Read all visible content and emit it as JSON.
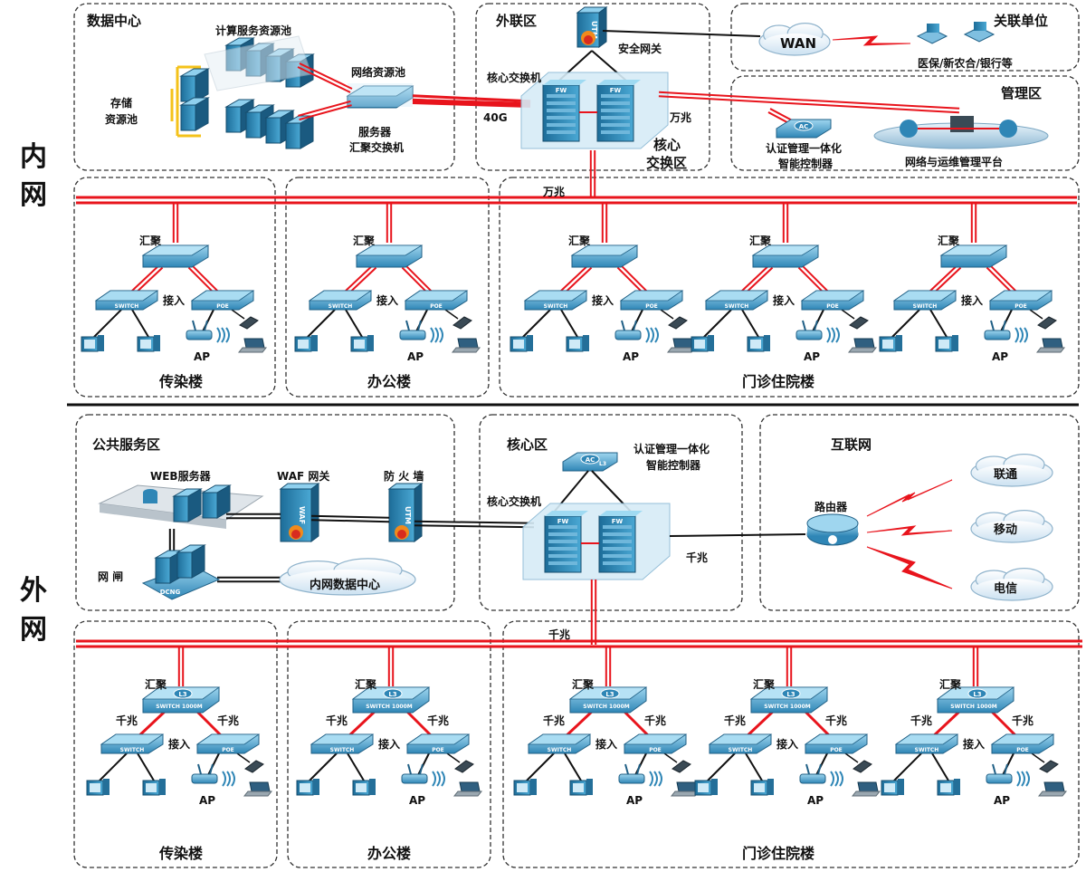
{
  "inner_net": {
    "label_1": "内",
    "label_2": "网",
    "datacenter": {
      "title": "数据中心",
      "compute_pool": "计算服务资源池",
      "network_pool": "网络资源池",
      "storage_1": "存储",
      "storage_2": "资源池",
      "server_agg_1": "服务器",
      "server_agg_2": "汇聚交换机"
    },
    "external_zone": {
      "title": "外联区",
      "security_gateway": "安全网关",
      "core_switch": "核心交换机",
      "link_40g": "40G",
      "link_10g": "万兆",
      "core_zone_1": "核心",
      "core_zone_2": "交换区"
    },
    "partner": {
      "title": "关联单位",
      "wan": "WAN",
      "desc": "医保/新农合/银行等"
    },
    "mgmt": {
      "title": "管理区",
      "ac_1": "认证管理一体化",
      "ac_2": "智能控制器",
      "platform": "网络与运维管理平台"
    },
    "backbone_speed": "万兆",
    "buildings": [
      {
        "name": "传染楼"
      },
      {
        "name": "办公楼"
      },
      {
        "name": "门诊住院楼"
      }
    ],
    "agg": "汇聚",
    "access": "接入",
    "ap": "AP"
  },
  "outer_net": {
    "label_1": "外",
    "label_2": "网",
    "public": {
      "title": "公共服务区",
      "web": "WEB服务器",
      "waf": "WAF 网关",
      "fw": "防 火 墙",
      "gate": "网 闸",
      "inner_dc": "内网数据中心"
    },
    "core": {
      "title": "核心区",
      "ac_1": "认证管理一体化",
      "ac_2": "智能控制器",
      "core_switch": "核心交换机",
      "link": "千兆"
    },
    "internet": {
      "title": "互联网",
      "router": "路由器",
      "isp": [
        "联通",
        "移动",
        "电信"
      ]
    },
    "backbone_speed": "千兆",
    "buildings": [
      {
        "name": "传染楼"
      },
      {
        "name": "办公楼"
      },
      {
        "name": "门诊住院楼"
      }
    ],
    "agg": "汇聚",
    "access": "接入",
    "gig": "千兆",
    "ap": "AP"
  },
  "icon_text": {
    "switch": "SWITCH",
    "switch_1000": "SWITCH 1000M",
    "poe": "POE",
    "l3": "L3",
    "utm": "UTM",
    "waf": "WAF",
    "dcng": "DCNG",
    "ac": "AC",
    "fw": "FW"
  },
  "colors": {
    "red_link": "#e8141c",
    "dark_link": "#111111",
    "device_blue": "#2f86b6",
    "device_light": "#7ec3e3"
  }
}
